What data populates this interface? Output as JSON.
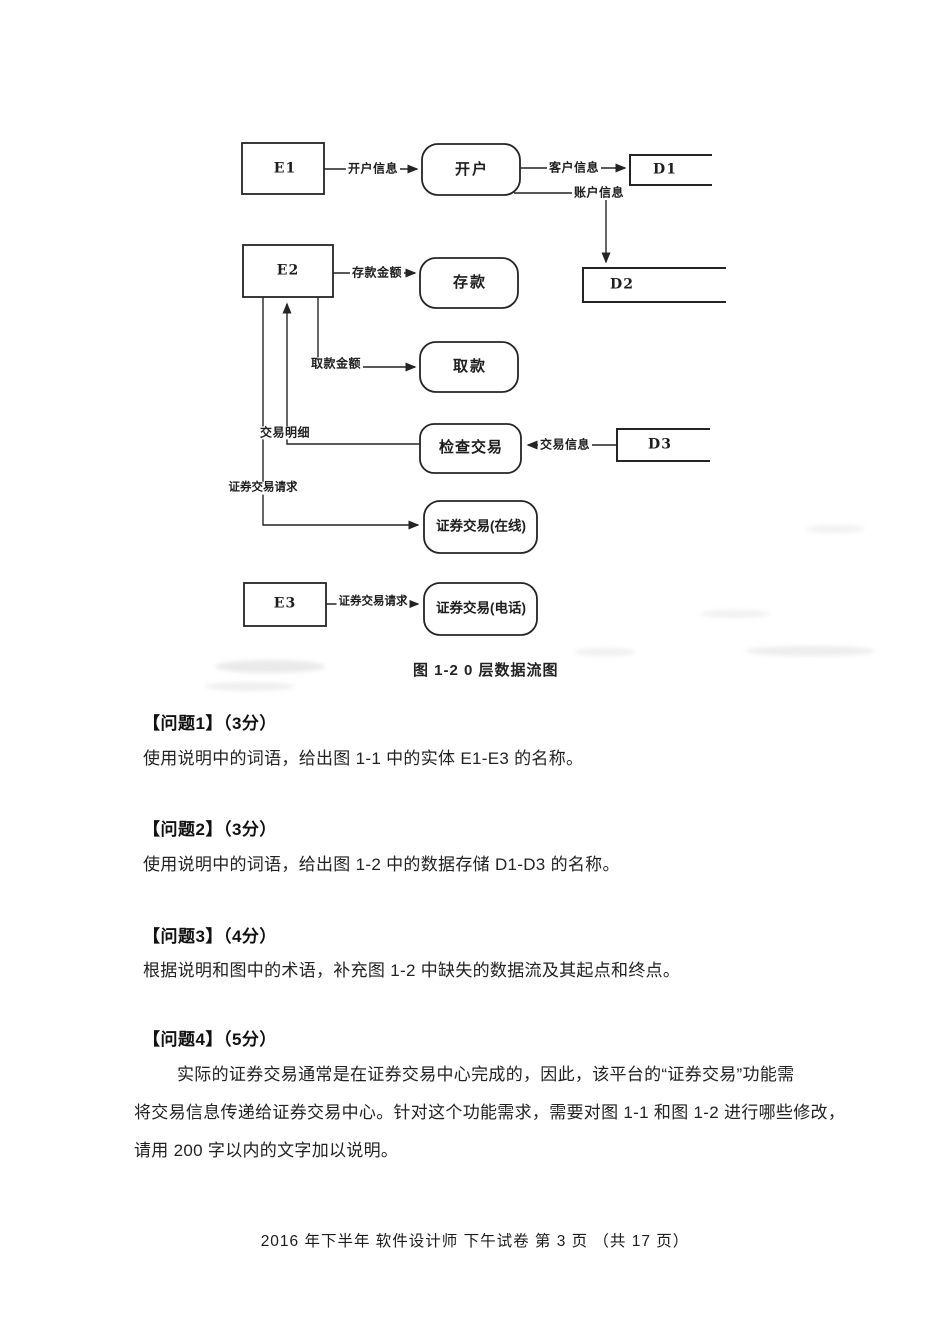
{
  "diagram": {
    "caption": "图 1-2  0 层数据流图",
    "entities": [
      {
        "id": "E1",
        "label": "E1"
      },
      {
        "id": "E2",
        "label": "E2"
      },
      {
        "id": "E3",
        "label": "E3"
      }
    ],
    "processes": [
      {
        "label": "开户"
      },
      {
        "label": "存款"
      },
      {
        "label": "取款"
      },
      {
        "label": "检查交易"
      },
      {
        "label": "证券交易(在线)"
      },
      {
        "label": "证券交易(电话)"
      }
    ],
    "stores": [
      "D1",
      "D2",
      "D3"
    ],
    "flows": [
      {
        "label": "开户信息"
      },
      {
        "label": "客户信息"
      },
      {
        "label": "账户信息"
      },
      {
        "label": "存款金额"
      },
      {
        "label": "取款金额"
      },
      {
        "label": "交易明细"
      },
      {
        "label": "交易信息"
      },
      {
        "label": "证券交易请求"
      },
      {
        "label": "证券交易请求"
      }
    ],
    "ink": "#242424"
  },
  "questions": [
    {
      "heading": "【问题1】（3分）",
      "body": "使用说明中的词语，给出图 1-1 中的实体 E1-E3 的名称。"
    },
    {
      "heading": "【问题2】（3分）",
      "body": "使用说明中的词语，给出图 1-2 中的数据存储 D1-D3 的名称。"
    },
    {
      "heading": "【问题3】（4分）",
      "body": "根据说明和图中的术语，补充图 1-2 中缺失的数据流及其起点和终点。"
    },
    {
      "heading": "【问题4】（5分）",
      "lines": [
        "实际的证券交易通常是在证券交易中心完成的，因此，该平台的“证券交易”功能需",
        "将交易信息传递给证券交易中心。针对这个功能需求，需要对图 1-1 和图 1-2 进行哪些修改，",
        "请用 200 字以内的文字加以说明。"
      ]
    }
  ],
  "footer": {
    "text": "2016 年下半年  软件设计师  下午试卷  第 3 页 （共 17 页）"
  }
}
